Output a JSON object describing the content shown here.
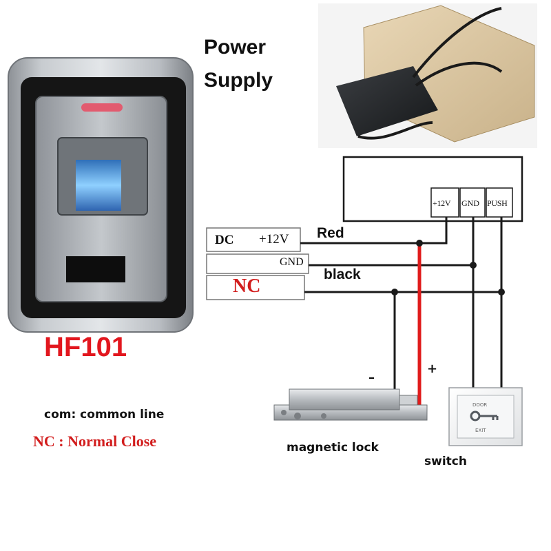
{
  "power_supply": {
    "title_line1": "Power",
    "title_line2": "Supply",
    "terminals": [
      "+12V",
      "GND",
      "PUSH"
    ]
  },
  "reader": {
    "model": "HF101"
  },
  "controller_terminals": {
    "dc": "DC",
    "v12": "+12V",
    "gnd": "GND",
    "nc": "NC"
  },
  "wires": {
    "red": "Red",
    "black": "black"
  },
  "lock": {
    "label": "magnetic lock",
    "minus": "–",
    "plus": "+"
  },
  "switch": {
    "label": "switch",
    "plate_top": "DOOR",
    "plate_bottom": "EXIT"
  },
  "legend": {
    "com": "com: common line",
    "nc": "NC : Normal Close"
  },
  "colors": {
    "red_wire": "#e01b1b",
    "black_wire": "#1a1a1a",
    "model_text": "#e2161e",
    "nc_text": "#d21d1d"
  }
}
